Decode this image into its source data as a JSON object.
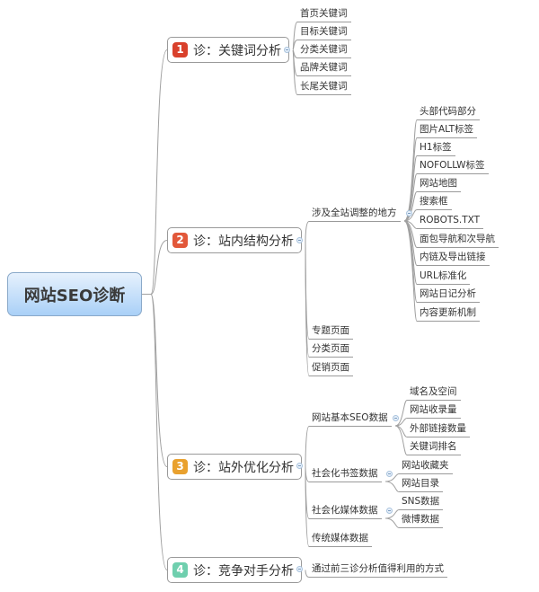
{
  "root": {
    "label": "网站SEO诊断"
  },
  "branches": [
    {
      "num": "1",
      "color": "#d9412c",
      "label": "诊：关键词分析",
      "children": [
        "首页关键词",
        "目标关键词",
        "分类关键词",
        "品牌关键词",
        "长尾关键词"
      ]
    },
    {
      "num": "2",
      "color": "#e2583a",
      "label": "诊：站内结构分析",
      "sub": {
        "label": "涉及全站调整的地方",
        "children": [
          "头部代码部分",
          "图片ALT标签",
          "H1标签",
          "NOFOLLW标签",
          "网站地图",
          "搜索框",
          "ROBOTS.TXT",
          "面包导航和次导航",
          "内链及导出链接",
          "URL标准化",
          "网站日记分析",
          "内容更新机制"
        ]
      },
      "children": [
        "专题页面",
        "分类页面",
        "促销页面"
      ]
    },
    {
      "num": "3",
      "color": "#e9a12e",
      "label": "诊：站外优化分析",
      "subs": [
        {
          "label": "网站基本SEO数据",
          "children": [
            "域名及空间",
            "网站收录量",
            "外部链接数量",
            "关键词排名"
          ]
        },
        {
          "label": "社会化书签数据",
          "children": [
            "网站收藏夹",
            "网站目录"
          ]
        },
        {
          "label": "社会化媒体数据",
          "children": [
            "SNS数据",
            "微博数据"
          ]
        },
        {
          "label": "传统媒体数据"
        }
      ]
    },
    {
      "num": "4",
      "color": "#6fcfae",
      "label": "诊：竞争对手分析",
      "children": [
        "通过前三诊分析值得利用的方式"
      ]
    }
  ]
}
